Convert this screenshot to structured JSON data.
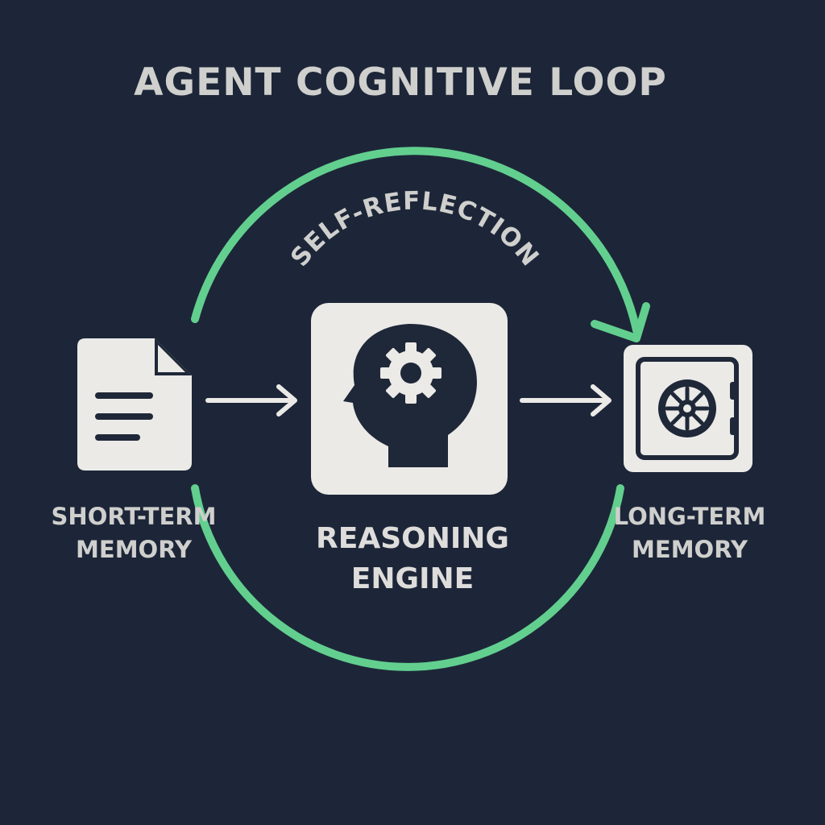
{
  "title": "AGENT COGNITIVE LOOP",
  "loop_label": "SELF-REFLECTION",
  "nodes": {
    "short_term": {
      "line1": "SHORT-TERM",
      "line2": "MEMORY",
      "icon": "document-icon"
    },
    "reasoning": {
      "line1": "REASONING",
      "line2": "ENGINE",
      "icon": "head-gear-icon"
    },
    "long_term": {
      "line1": "LONG-TERM",
      "line2": "MEMORY",
      "icon": "safe-vault-icon"
    }
  },
  "colors": {
    "background": "#1d2638",
    "loop": "#62cf8f",
    "card": "#ebeae7",
    "icon": "#1f2838",
    "text": "#cfcfcd"
  }
}
